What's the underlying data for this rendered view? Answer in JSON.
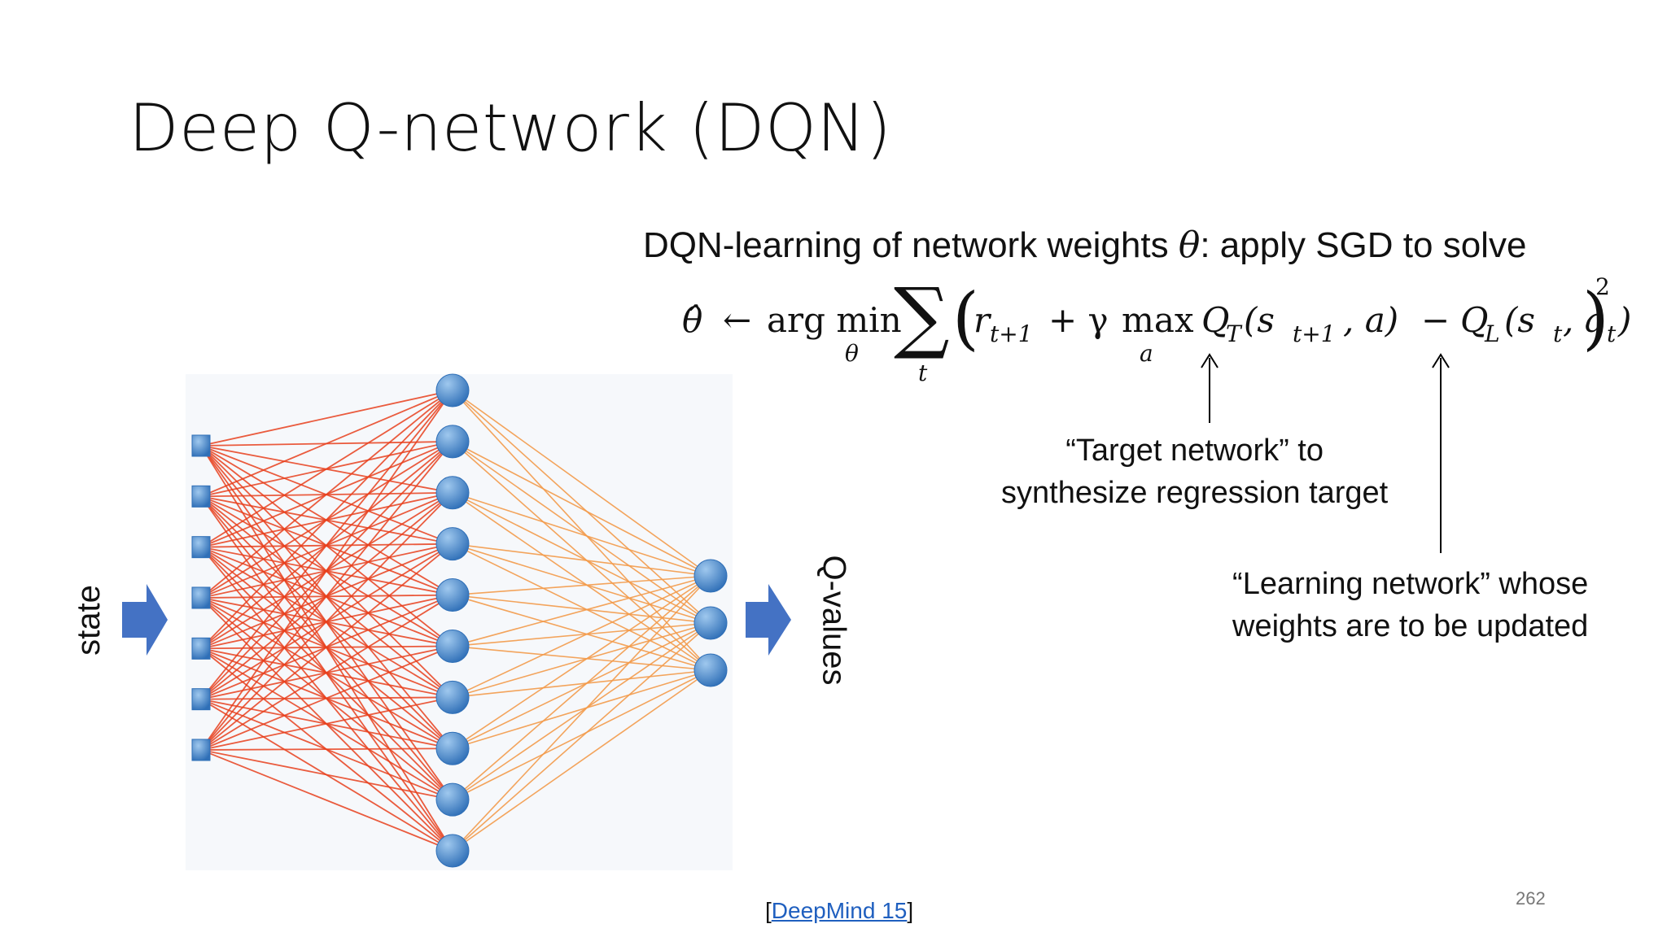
{
  "slide": {
    "title": "Deep Q-network (DQN)",
    "intro_text": "DQN-learning of network weights ",
    "intro_symbol": "θ",
    "intro_suffix": ": apply SGD to solve",
    "equation": {
      "theta_hat": "θ̂",
      "arrow": "←",
      "argmin": "arg min",
      "argmin_sub": "θ",
      "sigma": "∑",
      "sigma_sub": "t",
      "lparen": "(",
      "r": "r",
      "r_sub": "t+1",
      "plus_gamma": "+ γ",
      "max": "max",
      "max_sub": "a",
      "q_target": "Q",
      "q_target_sub": "T",
      "q_target_args_open": "(s",
      "q_target_args_sub": "t+1",
      "q_target_args_close": ", a)",
      "minus": "−",
      "q_learn": "Q",
      "q_learn_sub": "L",
      "q_learn_s": "(s",
      "q_learn_s_sub": "t",
      "q_learn_a": ", a",
      "q_learn_a_sub": "t",
      "q_learn_close": ")",
      "rparen": ")",
      "power": "2"
    },
    "target_note_line1": "“Target network” to",
    "target_note_line2": "synthesize regression target",
    "learning_note_line1": "“Learning network” whose",
    "learning_note_line2": "weights are to be updated",
    "state_label": "state",
    "qvalues_label": "Q-values",
    "citation_open": "[",
    "citation_link": "DeepMind 15",
    "citation_close": "]",
    "page_number": "262"
  },
  "network": {
    "layers": [
      {
        "name": "input",
        "count": 7,
        "shape": "square"
      },
      {
        "name": "hidden",
        "count": 10,
        "shape": "circle"
      },
      {
        "name": "output",
        "count": 3,
        "shape": "circle"
      }
    ],
    "colors": {
      "edge_primary": "#e8401c",
      "edge_secondary": "#f39a4a",
      "node": "#2f6fb7",
      "node_highlight": "#9fc8ee",
      "arrow": "#4472c4",
      "annotation_arrow": "#000000"
    }
  }
}
